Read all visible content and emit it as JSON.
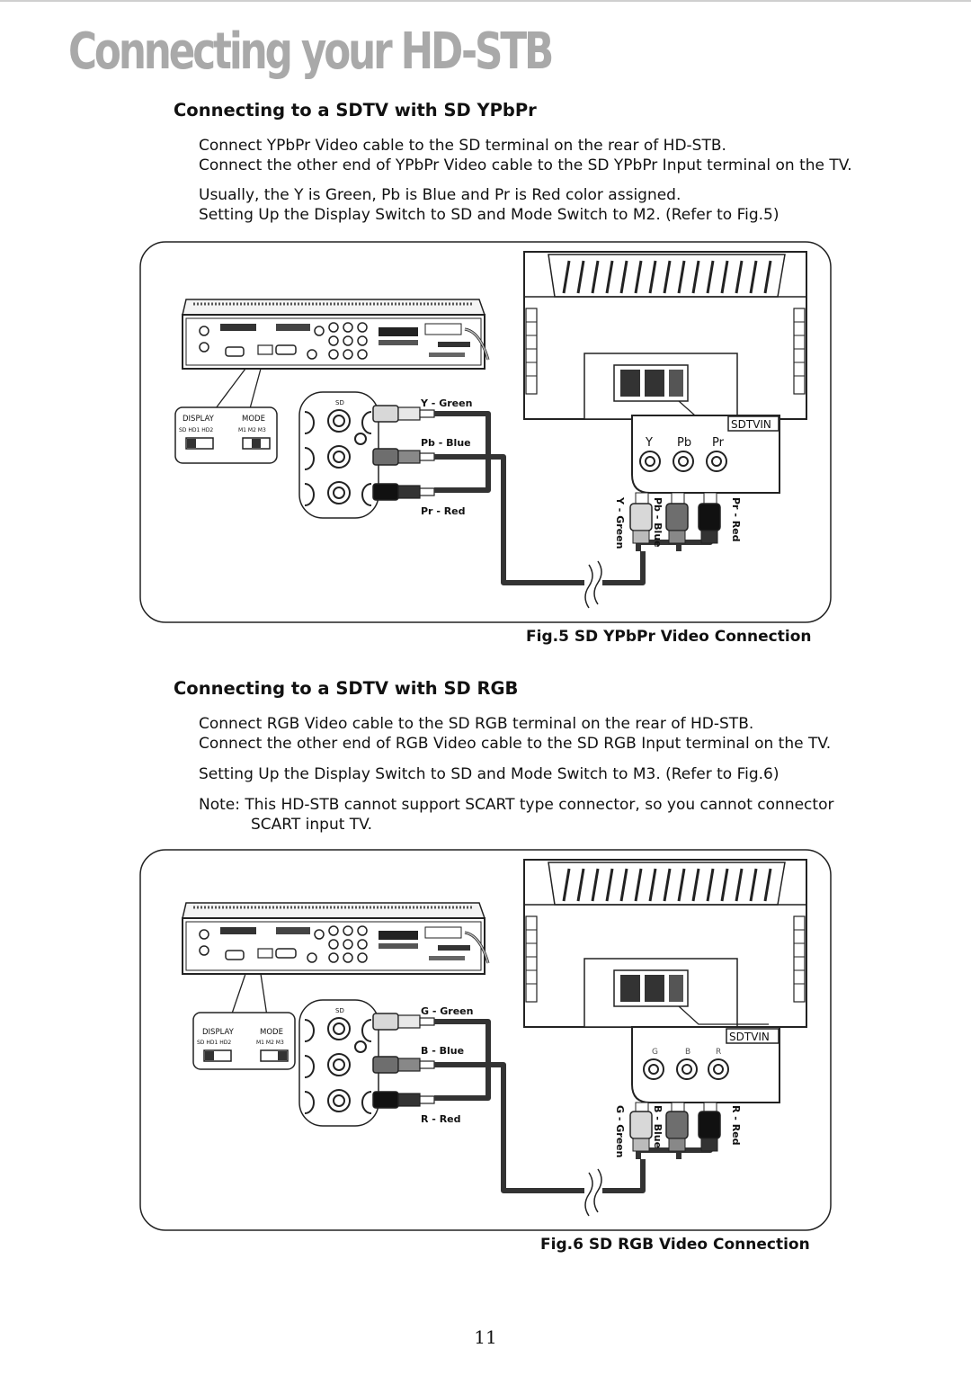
{
  "page": {
    "title": "Connecting your HD-STB",
    "page_number": "11"
  },
  "section1": {
    "heading": "Connecting to a SDTV with SD YPbPr",
    "lines": [
      "Connect YPbPr Video cable to the SD terminal on the rear of HD-STB.",
      "Connect the other end of YPbPr Video cable to the SD YPbPr Input terminal on the TV.",
      "Usually, the Y is Green, Pb is Blue and Pr is Red color assigned.",
      "Setting Up the Display Switch to SD and Mode Switch to M2.  (Refer to Fig.5)"
    ]
  },
  "figure1": {
    "caption": "Fig.5  SD YPbPr Video Connection",
    "switch_panel": {
      "display_label": "DISPLAY",
      "display_positions": "SD  HD1  HD2",
      "mode_label": "MODE",
      "mode_positions": "M1  M2  M3"
    },
    "sd_panel_label": "SD",
    "cable_labels": [
      "Y - Green",
      "Pb - Blue",
      "Pr - Red"
    ],
    "tv_input_label": "SDTVIN",
    "tv_jack_labels": [
      "Y",
      "Pb",
      "Pr"
    ],
    "plug_labels": [
      "Y - Green",
      "Pb - Blue",
      "Pr - Red"
    ]
  },
  "section2": {
    "heading": "Connecting to a SDTV with SD RGB",
    "lines": [
      "Connect RGB Video cable to the SD RGB terminal on the rear of HD-STB.",
      "Connect the other end of RGB Video cable to the SD RGB Input terminal on the TV.",
      "Setting Up the Display Switch to SD and Mode Switch to M3. (Refer to Fig.6)"
    ],
    "note_line1": "Note: This HD-STB cannot support SCART type connector, so you cannot connector",
    "note_line2": "SCART input TV."
  },
  "figure2": {
    "caption": "Fig.6  SD RGB Video Connection",
    "switch_panel": {
      "display_label": "DISPLAY",
      "display_positions": "SD  HD1  HD2",
      "mode_label": "MODE",
      "mode_positions": "M1  M2  M3"
    },
    "sd_panel_label": "SD",
    "cable_labels": [
      "G - Green",
      "B - Blue",
      "R - Red"
    ],
    "tv_input_label": "SDTVIN",
    "tv_jack_labels": [
      "G",
      "B",
      "R"
    ],
    "plug_labels": [
      "G - Green",
      "B - Blue",
      "R - Red"
    ]
  }
}
